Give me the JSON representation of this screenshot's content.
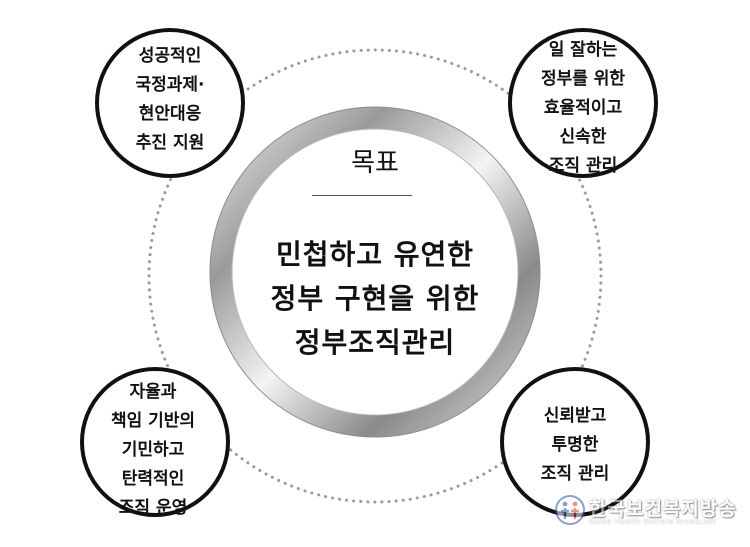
{
  "center": {
    "goal_label": "목표",
    "title_lines": [
      "민첩하고 유연한",
      "정부 구현을 위한",
      "정부조직관리"
    ]
  },
  "satellites": {
    "top_left": [
      "성공적인",
      "국정과제·",
      "현안대응",
      "추진 지원"
    ],
    "top_right": [
      "일 잘하는",
      "정부를 위한",
      "효율적이고",
      "신속한",
      "조직 관리"
    ],
    "bottom_left": [
      "자율과",
      "책임 기반의",
      "기민하고",
      "탄력적인",
      "조직 운영"
    ],
    "bottom_right": [
      "신뢰받고",
      "투명한",
      "조직 관리"
    ]
  },
  "watermark": {
    "name": "한국보건복지방송",
    "subtitle": "Korea Health Welfare Broadcast"
  },
  "colors": {
    "ring_dark": "#6f6f6f",
    "ring_light": "#f2f2f2",
    "circle_border": "#111111",
    "dotted_orbit": "#9a9a9a",
    "logo_blue": "#2b56a6",
    "logo_red": "#d23b3b"
  }
}
